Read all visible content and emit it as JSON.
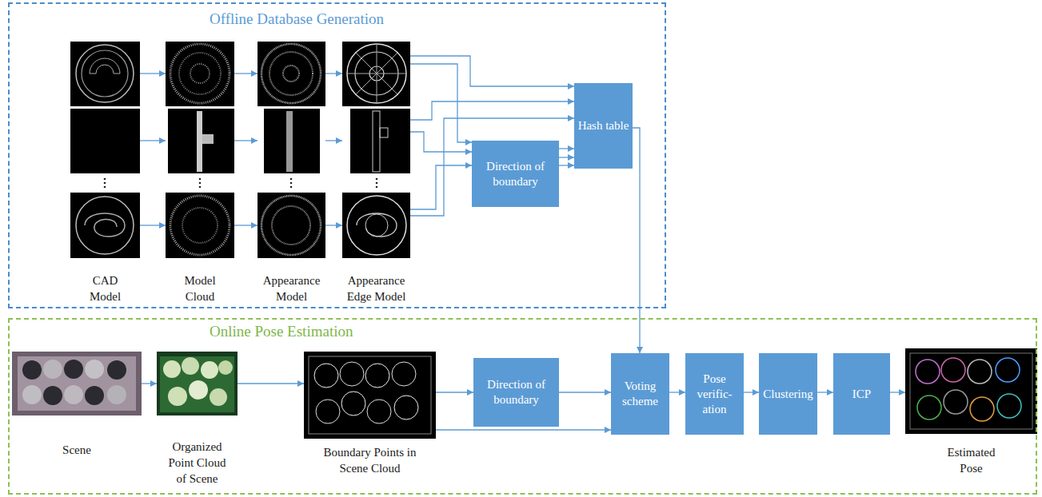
{
  "diagram": {
    "nodes": [
      {
        "text": [
          "Offline Database Generation"
        ]
      },
      {
        "text": [
          "CAD Model"
        ],
        "in": 0
      },
      {
        "text": [
          "Model Cloud"
        ],
        "in": 0
      },
      {
        "text": [
          "Appearance Model"
        ],
        "in": 0
      },
      {
        "text": [
          "Appearance Edge Model"
        ],
        "in": 0
      },
      {
        "text": [
          "Direction of boundary"
        ],
        "in": 0
      },
      {
        "text": [
          "Hash table"
        ],
        "in": 0
      },
      {
        "text": [
          "Online Pose Estimation"
        ]
      },
      {
        "text": [
          "Scene"
        ],
        "in": 7
      },
      {
        "text": [
          "Organized Point Cloud of Scene"
        ],
        "in": 7
      },
      {
        "text": [
          "Boundary Points in Scene Cloud"
        ],
        "in": 7
      },
      {
        "text": [
          "Direction of boundary"
        ],
        "in": 7
      },
      {
        "text": [
          "Voting scheme"
        ],
        "in": 7
      },
      {
        "text": [
          "Pose verific- ation"
        ],
        "in": 7
      },
      {
        "text": [
          "Clustering"
        ],
        "in": 7
      },
      {
        "text": [
          "ICP"
        ],
        "in": 7
      },
      {
        "text": [
          "Estimated Pose"
        ],
        "in": 7
      }
    ],
    "edges": [
      {
        "from": 1,
        "to": 2,
        "arrow": "to"
      },
      {
        "from": 2,
        "to": 3,
        "arrow": "to"
      },
      {
        "from": 3,
        "to": 4,
        "arrow": "to"
      },
      {
        "from": 4,
        "to": 6,
        "arrow": "to"
      },
      {
        "from": 4,
        "to": 5,
        "arrow": "to"
      },
      {
        "from": 5,
        "to": 6,
        "arrow": "to"
      },
      {
        "from": 6,
        "to": 12,
        "arrow": "to"
      },
      {
        "from": 8,
        "to": 9,
        "arrow": "to"
      },
      {
        "from": 9,
        "to": 10,
        "arrow": "to"
      },
      {
        "from": 10,
        "to": 11,
        "arrow": "to"
      },
      {
        "from": 11,
        "to": 12,
        "arrow": "to"
      },
      {
        "from": 10,
        "to": 12,
        "arrow": "to"
      },
      {
        "from": 12,
        "to": 13,
        "arrow": "to"
      },
      {
        "from": 13,
        "to": 14,
        "arrow": "to"
      },
      {
        "from": 14,
        "to": 15,
        "arrow": "to"
      },
      {
        "from": 15,
        "to": 16,
        "arrow": "to"
      }
    ]
  }
}
